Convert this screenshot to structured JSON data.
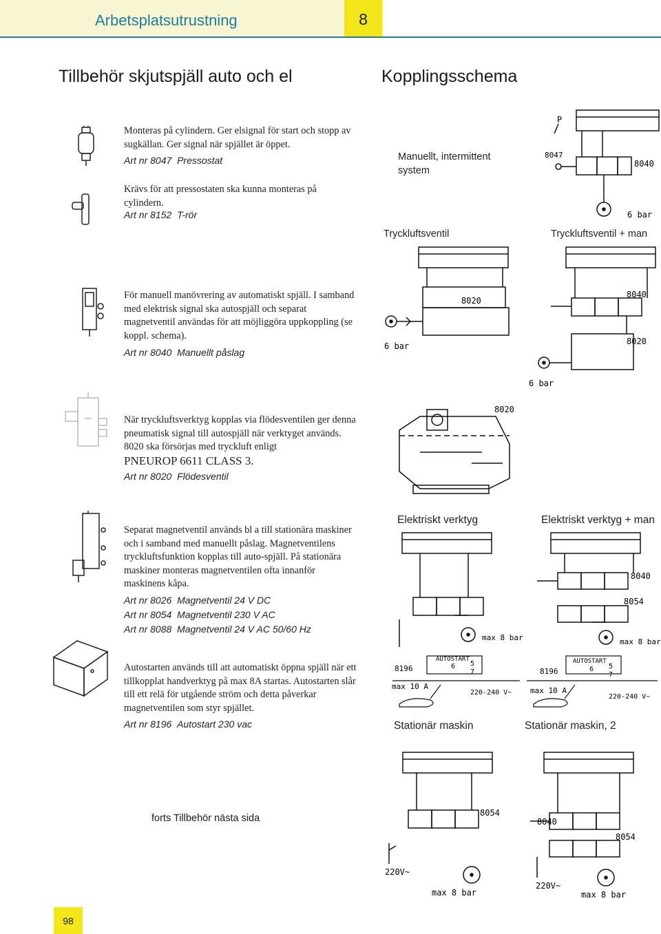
{
  "header": {
    "section_title": "Arbetsplatsutrustning",
    "chapter_number": "8"
  },
  "headings": {
    "left": "Tillbehör skjutspjäll auto och el",
    "right": "Kopplingsschema"
  },
  "items": [
    {
      "desc": "Monteras på cylindern. Ger elsignal för start och stopp av sugkällan. Ger signal när spjället är öppet.",
      "art": [
        {
          "prefix": "Art nr",
          "num": "8047",
          "name": "Pressostat"
        }
      ]
    },
    {
      "desc": "Krävs för att pressostaten ska kunna monteras på cylindern.",
      "art": [
        {
          "prefix": "Art nr",
          "num": "8152",
          "name": "T-rör"
        }
      ]
    },
    {
      "desc": "För manuell manövrering av automatiskt spjäll. I samband med elektrisk signal ska autospjäll och separat magnetventil användas för att möjliggöra uppkoppling (se koppl. schema).",
      "art": [
        {
          "prefix": "Art nr",
          "num": "8040",
          "name": "Manuellt påslag"
        }
      ]
    },
    {
      "desc": "När tryckluftsverktyg kopplas via flödesventilen ger denna pneumatisk signal till autospjäll när verktyget används. 8020 ska försörjas med tryckluft enligt",
      "desc2": "PNEUROP 6611 CLASS 3.",
      "art": [
        {
          "prefix": "Art nr",
          "num": "8020",
          "name": "Flödesventil"
        }
      ]
    },
    {
      "desc": "Separat magnetventil används bl a till stationära maskiner och i samband med manuellt påslag. Magnetventilens tryckluftsfunktion kopplas till auto-spjäll. På stationära maskiner monteras magnetventilen ofta innanför maskinens kåpa.",
      "art": [
        {
          "prefix": "Art nr",
          "num": "8026",
          "name": "Magnetventil 24 V DC"
        },
        {
          "prefix": "Art nr",
          "num": "8054",
          "name": "Magnetventil 230 V AC"
        },
        {
          "prefix": "Art nr",
          "num": "8088",
          "name": "Magnetventil 24 V AC 50/60 Hz"
        }
      ]
    },
    {
      "desc": "Autostarten används till att automatiskt öppna spjäll när ett tillkopplat handverktyg på max 8A startas. Autostarten slår till ett relä för utgående ström och detta påverkar magnetventilen som styr spjället.",
      "art": [
        {
          "prefix": "Art nr",
          "num": "8196",
          "name": "Autostart 230 vac"
        }
      ]
    }
  ],
  "schema": {
    "manual_intermittent": "Manuellt, intermittent system",
    "tryckluftsventil": "Tryckluftsventil",
    "tryckluftsventil_man": "Tryckluftsventil + man",
    "elektriskt_verktyg": "Elektriskt verktyg",
    "elektriskt_verktyg_man": "Elektriskt verktyg + man",
    "stationar_maskin": "Stationär maskin",
    "stationar_maskin_2": "Stationär maskin, 2",
    "d1": {
      "p": "P",
      "a": "8047",
      "b": "8040",
      "c": "6 bar"
    },
    "d2": {
      "a": "8020",
      "b": "6 bar"
    },
    "d3": {
      "a": "8040",
      "b": "8020",
      "c": "6 bar"
    },
    "d4": {
      "a": "8020"
    },
    "d5": {
      "a": "8040",
      "b": "8054",
      "c": "max 8 bar"
    },
    "d6": {
      "a": "8196",
      "b": "AUTOSTART",
      "c": "5",
      "d": "6",
      "e": "7",
      "f": "max 10 A",
      "g": "220-240 V~"
    },
    "d7": {
      "a": "8196",
      "b": "AUTOSTART",
      "c": "5",
      "d": "6",
      "e": "7",
      "f": "max 10 A",
      "g": "220-240 V~"
    },
    "d8": {
      "a": "8054",
      "b": "220V~",
      "c": "max 8 bar"
    },
    "d9": {
      "a": "8040",
      "b": "8054",
      "c": "220V~",
      "d": "max 8 bar"
    }
  },
  "footer": {
    "continued": "forts Tillbehör nästa sida",
    "page_number": "98"
  }
}
